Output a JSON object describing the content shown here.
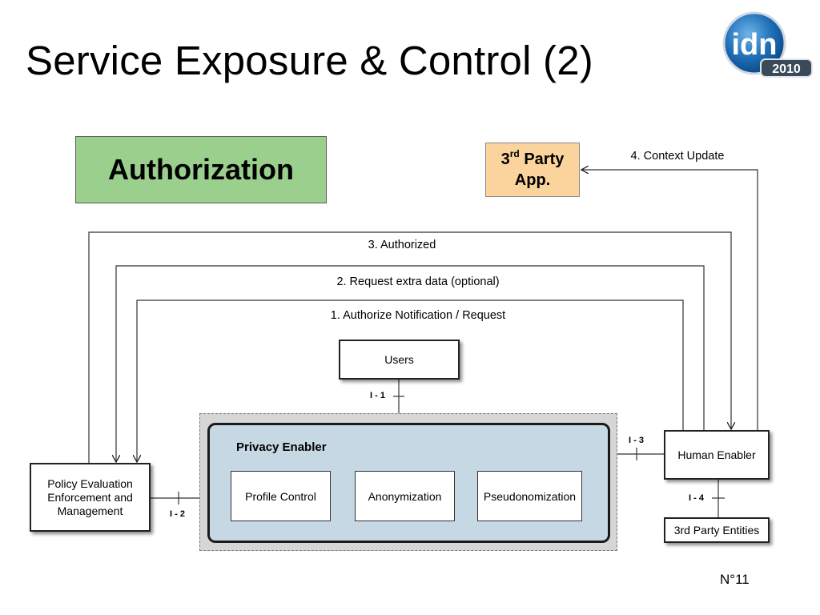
{
  "slide": {
    "title": "Service Exposure & Control (2)",
    "page_number": "N°11"
  },
  "logo": {
    "text": "idn",
    "year": "2010"
  },
  "authorization": {
    "label": "Authorization"
  },
  "third_party_app": {
    "line1_num": "3",
    "line1_sup": "rd",
    "line1_rest": " Party",
    "line2": "App."
  },
  "flows": {
    "context_update": "4. Context Update",
    "authorized": "3. Authorized",
    "request_extra": "2. Request extra data (optional)",
    "authorize_notification": "1. Authorize Notification / Request"
  },
  "nodes": {
    "users": "Users",
    "privacy_enabler": "Privacy Enabler",
    "profile_control": "Profile Control",
    "anonymization": "Anonymization",
    "pseudonomization": "Pseudonomization",
    "human_enabler": "Human Enabler",
    "third_party_entities": "3rd Party Entities",
    "policy_line1": "Policy Evaluation",
    "policy_line2": "Enforcement and",
    "policy_line3": "Management"
  },
  "interfaces": {
    "i1": "I - 1",
    "i2": "I - 2",
    "i3": "I - 3",
    "i4": "I - 4"
  },
  "colors": {
    "authorization_fill": "#9bcf8e",
    "app_fill": "#fad49c",
    "privacy_fill": "#c6d8e4",
    "outer_fill": "#d6d6d6",
    "logo_blue": "#1e6fb8"
  }
}
